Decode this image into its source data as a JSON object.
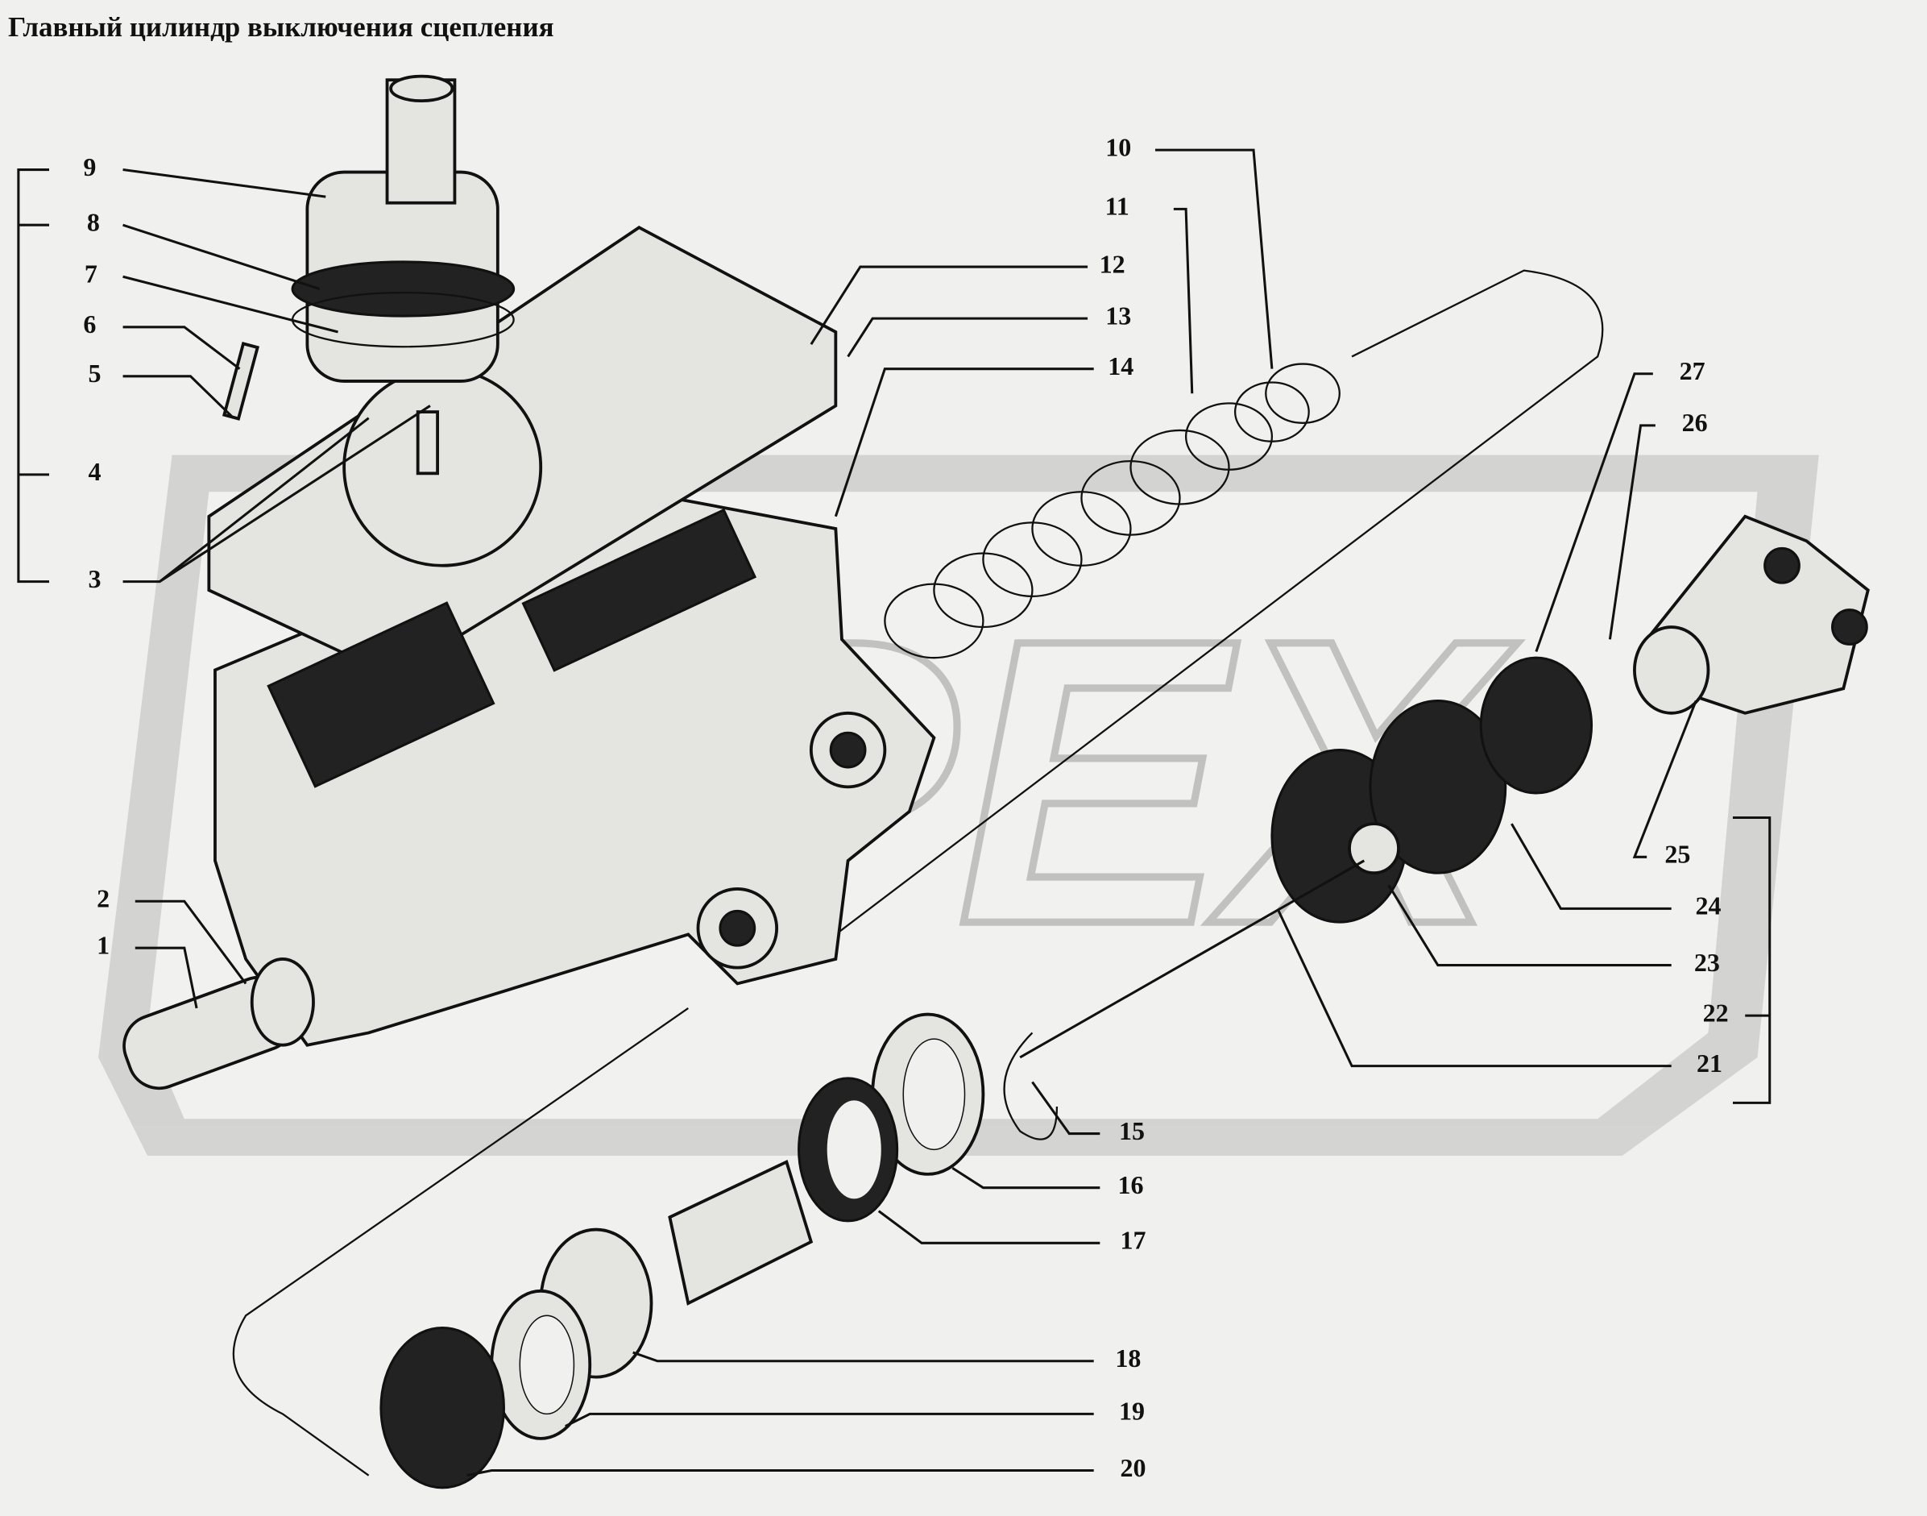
{
  "title": "Главный цилиндр выключения сцепления",
  "watermark": "OPEX",
  "callouts": {
    "c1": "1",
    "c2": "2",
    "c3": "3",
    "c4": "4",
    "c5": "5",
    "c6": "6",
    "c7": "7",
    "c8": "8",
    "c9": "9",
    "c10": "10",
    "c11": "11",
    "c12": "12",
    "c13": "13",
    "c14": "14",
    "c15": "15",
    "c16": "16",
    "c17": "17",
    "c18": "18",
    "c19": "19",
    "c20": "20",
    "c21": "21",
    "c22": "22",
    "c23": "23",
    "c24": "24",
    "c25": "25",
    "c26": "26",
    "c27": "27"
  },
  "colors": {
    "background": "#f0f0ee",
    "ink": "#111111",
    "watermark": "#c8c8c6"
  }
}
